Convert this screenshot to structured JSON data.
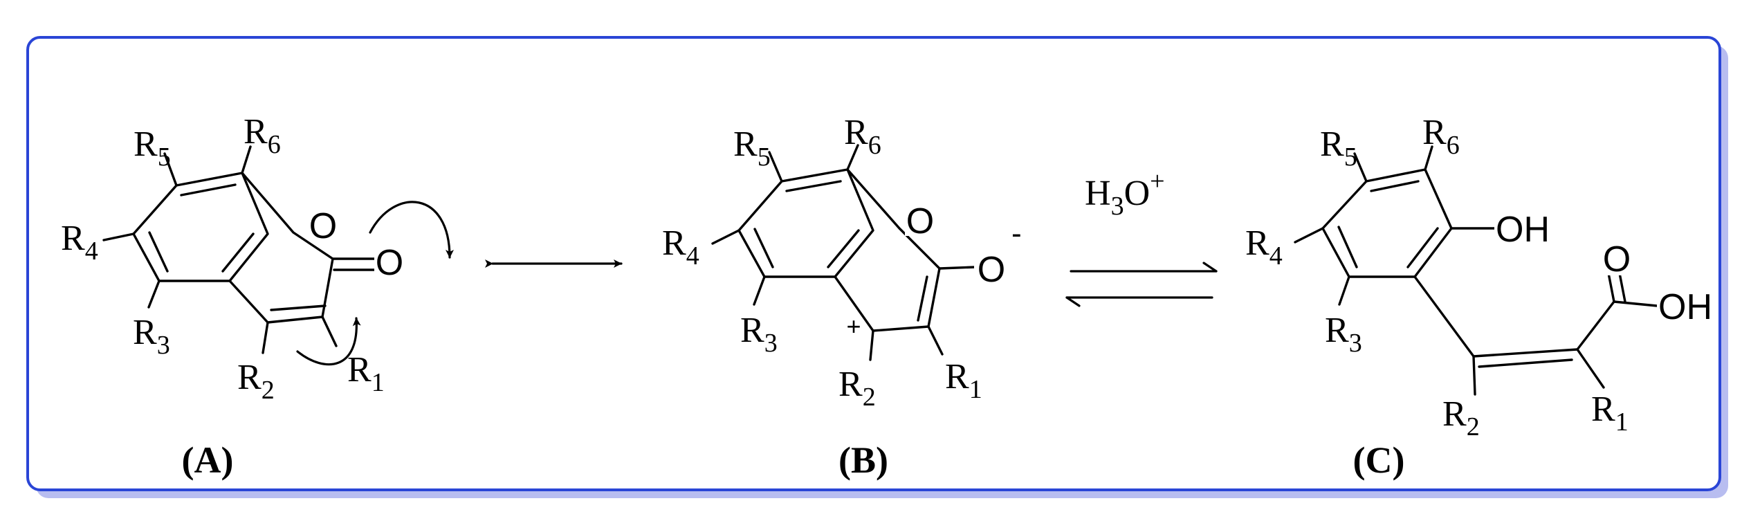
{
  "panel": {
    "border_color": "#2a45d6",
    "shadow_color": "#b8bdf0",
    "background": "#ffffff"
  },
  "compounds": {
    "A": {
      "label": "(A)",
      "label_letter": "A",
      "substituents": {
        "r1": "R",
        "r1_sub": "1",
        "r2": "R",
        "r2_sub": "2",
        "r3": "R",
        "r3_sub": "3",
        "r4": "R",
        "r4_sub": "4",
        "r5": "R",
        "r5_sub": "5",
        "r6": "R",
        "r6_sub": "6"
      },
      "atoms": {
        "ring_o": "O",
        "carbonyl_o": "O"
      }
    },
    "B": {
      "label": "(B)",
      "label_letter": "B",
      "substituents": {
        "r1": "R",
        "r1_sub": "1",
        "r2": "R",
        "r2_sub": "2",
        "r3": "R",
        "r3_sub": "3",
        "r4": "R",
        "r4_sub": "4",
        "r5": "R",
        "r5_sub": "5",
        "r6": "R",
        "r6_sub": "6"
      },
      "atoms": {
        "ring_o": "O",
        "oxide_o": "O"
      },
      "charges": {
        "plus": "+",
        "minus": "-"
      }
    },
    "C": {
      "label": "(C)",
      "label_letter": "C",
      "substituents": {
        "r1": "R",
        "r1_sub": "1",
        "r2": "R",
        "r2_sub": "2",
        "r3": "R",
        "r3_sub": "3",
        "r4": "R",
        "r4_sub": "4",
        "r5": "R",
        "r5_sub": "5",
        "r6": "R",
        "r6_sub": "6"
      },
      "atoms": {
        "phenol": "OH",
        "acid_o": "O",
        "acid_oh": "OH"
      }
    }
  },
  "reagent": {
    "h": "H",
    "h_sub": "3",
    "o": "O",
    "charge": "+"
  }
}
